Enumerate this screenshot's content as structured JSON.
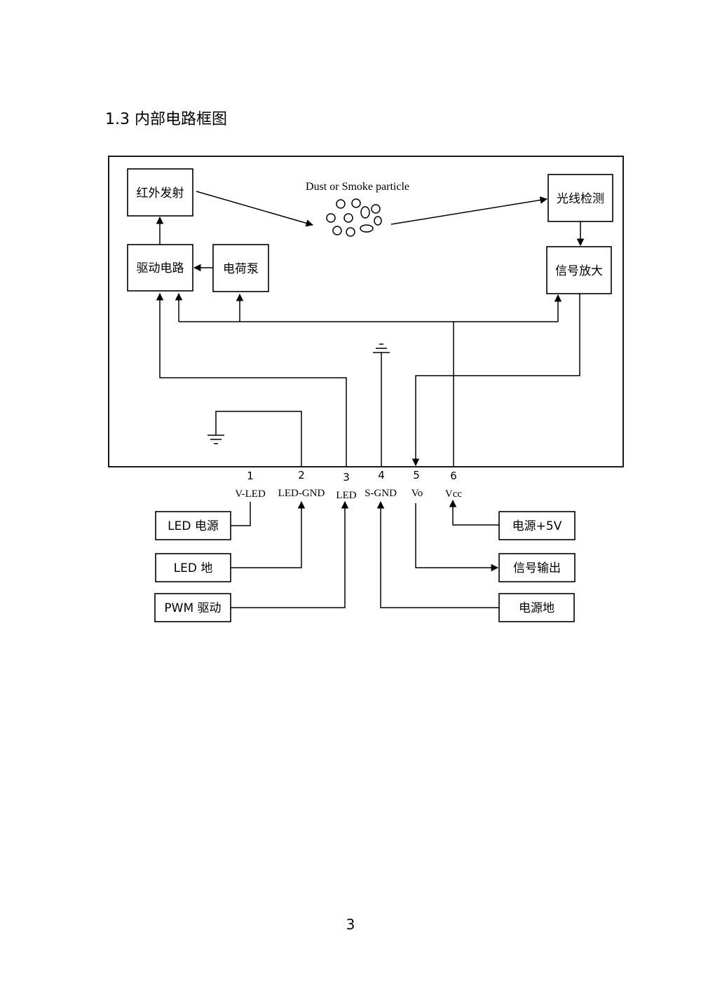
{
  "section_heading": "1.3 内部电路框图",
  "diagram": {
    "particle_label": "Dust or Smoke particle",
    "blocks": {
      "ir_emitter": "红外发射",
      "drive_circuit": "驱动电路",
      "charge_pump": "电荷泵",
      "light_detect": "光线检测",
      "signal_amp": "信号放大"
    },
    "pins": [
      {
        "number": "1",
        "name": "V-LED"
      },
      {
        "number": "2",
        "name": "LED-GND"
      },
      {
        "number": "3",
        "name": "LED"
      },
      {
        "number": "4",
        "name": "S-GND"
      },
      {
        "number": "5",
        "name": "Vo"
      },
      {
        "number": "6",
        "name": "Vcc"
      }
    ],
    "external": {
      "led_power": "LED 电源",
      "led_ground": "LED 地",
      "pwm_drive": "PWM 驱动",
      "power_5v": "电源+5V",
      "signal_out": "信号输出",
      "power_ground": "电源地"
    }
  },
  "page_number": "3"
}
